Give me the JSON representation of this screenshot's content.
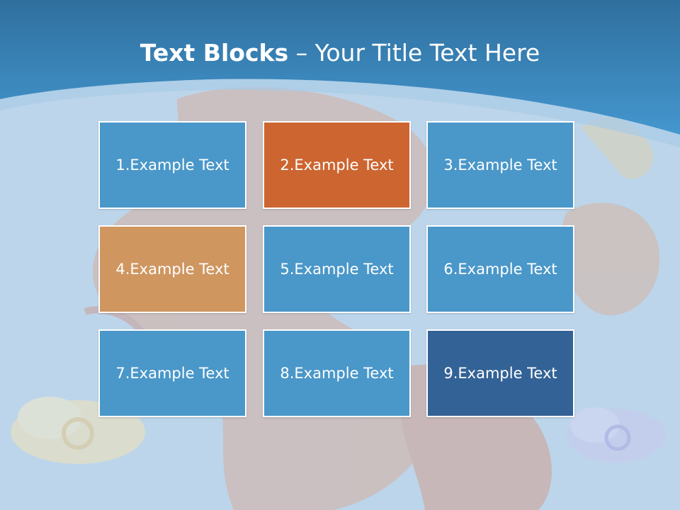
{
  "title": {
    "bold": "Text Blocks",
    "dash": " – ",
    "rest": "Your Title Text Here"
  },
  "colors": {
    "header_blue": "#3b8bc4",
    "block_blue": "#4a97c9",
    "block_orange": "#cd6530",
    "block_tan": "#cf9660",
    "block_navy": "#336296",
    "background": "#bcd5ea"
  },
  "blocks": [
    {
      "label": "1.Example Text",
      "color": "#4a97c9"
    },
    {
      "label": "2.Example Text",
      "color": "#cd6530"
    },
    {
      "label": "3.Example Text",
      "color": "#4a97c9"
    },
    {
      "label": "4.Example Text",
      "color": "#cf9660"
    },
    {
      "label": "5.Example Text",
      "color": "#4a97c9"
    },
    {
      "label": "6.Example Text",
      "color": "#4a97c9"
    },
    {
      "label": "7.Example Text",
      "color": "#4a97c9"
    },
    {
      "label": "8.Example Text",
      "color": "#4a97c9"
    },
    {
      "label": "9.Example Text",
      "color": "#336296"
    }
  ]
}
